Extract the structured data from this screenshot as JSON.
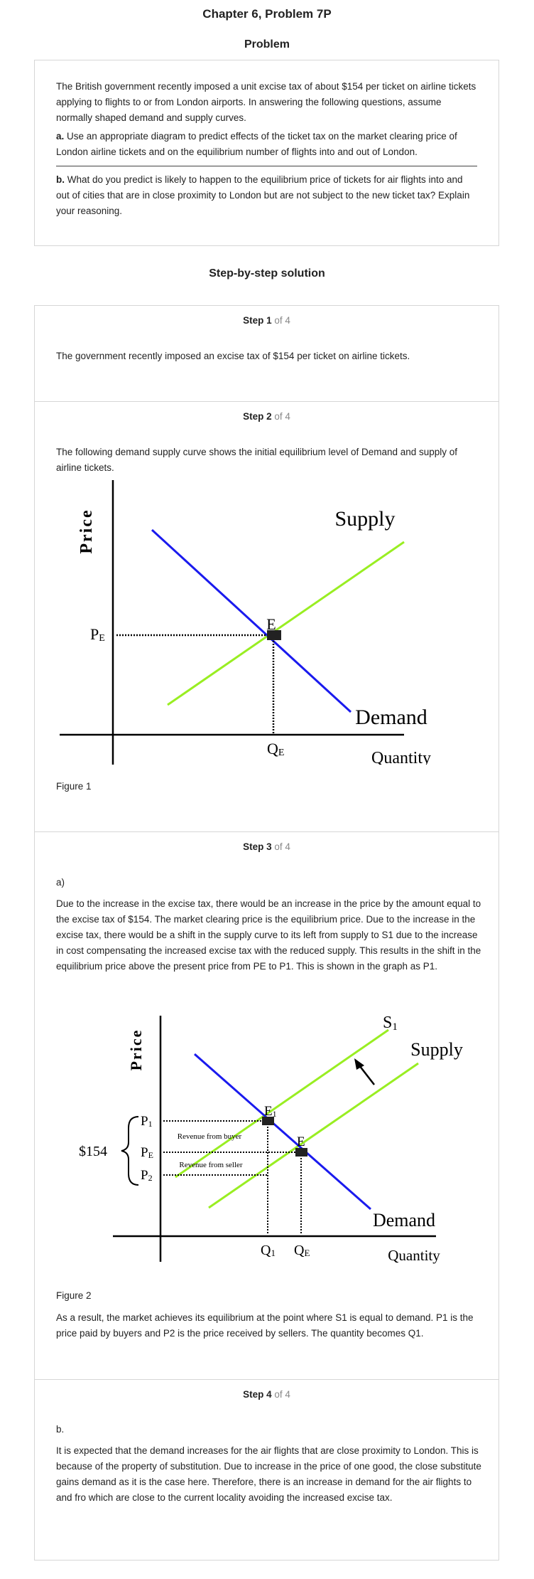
{
  "header": {
    "title": "Chapter 6, Problem 7P",
    "problem_heading": "Problem",
    "solution_heading": "Step-by-step solution"
  },
  "problem": {
    "intro": "The British government recently imposed a unit excise tax of about $154 per ticket on airline tickets applying to flights to or from London airports. In answering the following questions, assume normally shaped demand and supply curves.",
    "part_a_label": "a.",
    "part_a_text": " Use an appropriate diagram to predict effects of the ticket tax on the market clearing price of London airline tickets and on the equilibrium number of flights into and out of London.",
    "part_b_label": "b.",
    "part_b_text": " What do you predict is likely to happen to the equilibrium price of tickets for air flights into and out of cities that are in close proximity to London but are not subject to the new ticket tax? Explain your reasoning."
  },
  "steps": {
    "step_word": "Step",
    "of_4": "of 4",
    "s1": {
      "num": "1",
      "text": "The government recently imposed an excise tax of $154 per ticket on airline tickets."
    },
    "s2": {
      "num": "2",
      "text": "The following demand supply curve shows the initial equilibrium level of Demand and supply of airline tickets.",
      "figure_caption": "Figure 1"
    },
    "s3": {
      "num": "3",
      "part": "a)",
      "text": "Due to the increase in the excise tax, there would be an increase in the price by the amount equal to the excise tax of $154. The market clearing price is the equilibrium price. Due to the increase in the excise tax, there would be a shift in the supply curve to its left from supply to S1 due to the increase in cost compensating the increased excise tax with the reduced supply. This results in the shift in the equilibrium price above the present price from PE to P1. This is shown in the graph as P1.",
      "figure_caption": "Figure 2",
      "conclusion": "As a result, the market achieves its equilibrium at the point where S1 is equal to demand. P1 is the price paid by buyers and P2 is the price received by sellers. The quantity becomes Q1."
    },
    "s4": {
      "num": "4",
      "part": "b.",
      "text": "It is expected that the demand increases for the air flights that are close proximity to London. This is because of the property of substitution. Due to increase in the price of one good, the close substitute gains demand as it is the case here. Therefore, there is an increase in demand for the air flights to and fro which are close to the current locality avoiding the increased excise tax."
    }
  },
  "figure1": {
    "y_label": "Price",
    "x_label": "Quantity",
    "supply_label": "Supply",
    "demand_label": "Demand",
    "eq_label": "E",
    "p_label": "P",
    "p_sub": "E",
    "q_label": "Q",
    "q_sub": "E"
  },
  "figure2": {
    "y_label": "Price",
    "x_label": "Quantity",
    "s1_label": "S",
    "s1_sub": "1",
    "supply_label": "Supply",
    "demand_label": "Demand",
    "e1_label": "E",
    "e1_sub": "1",
    "e_label": "E",
    "p1_label": "P",
    "p1_sub": "1",
    "pe_label": "P",
    "pe_sub": "E",
    "p2_label": "P",
    "p2_sub": "2",
    "q1_label": "Q",
    "q1_sub": "1",
    "qe_label": "Q",
    "qe_sub": "E",
    "tax_label": "$154",
    "rev_buyer": "Revenue from buyer",
    "rev_seller": "Revenue from seller"
  },
  "colors": {
    "supply": "#99ee22",
    "demand": "#1a1aee",
    "axis": "#000000"
  }
}
